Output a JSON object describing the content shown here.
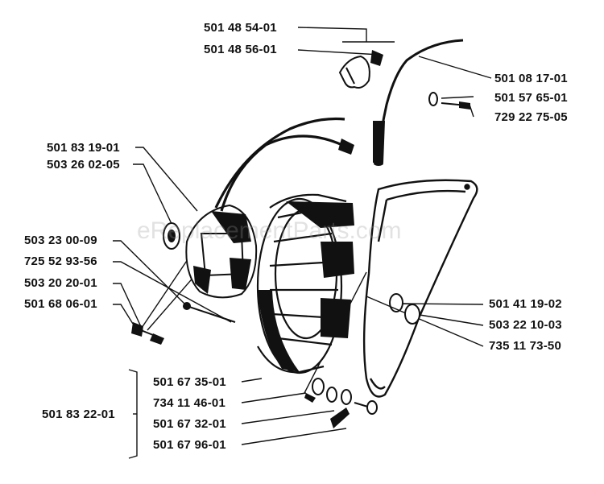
{
  "watermark": "eReplacementParts.com",
  "labels": {
    "p_501485401": "501 48 54-01",
    "p_501485601": "501 48 56-01",
    "p_501081701": "501 08 17-01",
    "p_501576501": "501 57 65-01",
    "p_729227505": "729 22 75-05",
    "p_501831901": "501 83 19-01",
    "p_503260205": "503 26 02-05",
    "p_503230009": "503 23 00-09",
    "p_725529356": "725 52 93-56",
    "p_503202001": "503 20 20-01",
    "p_501680601": "501 68 06-01",
    "p_501411902": "501 41 19-02",
    "p_503221003": "503 22 10-03",
    "p_735117350": "735 11 73-50",
    "p_501673501": "501 67 35-01",
    "p_734114601": "734 11 46-01",
    "p_501673201": "501 67 32-01",
    "p_501679601": "501 67 96-01",
    "p_501832201": "501 83 22-01"
  }
}
